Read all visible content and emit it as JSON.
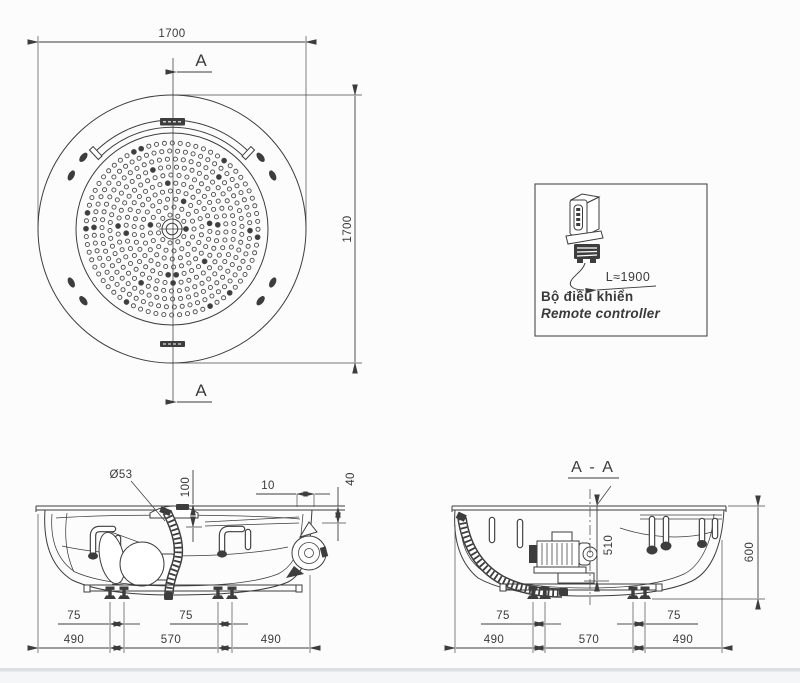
{
  "meta": {
    "background": "#fcfcfc",
    "line_color": "#3d3d3d",
    "footer_band_color": "#dce0e3"
  },
  "top_view": {
    "width_dim": "1700",
    "height_dim": "1700",
    "section_top": "A",
    "section_bottom": "A"
  },
  "remote": {
    "cable_length": "L≈1900",
    "label_vi": "Bộ điều khiển",
    "label_en": "Remote controller"
  },
  "side_view": {
    "hose_diameter": "Ø53",
    "depth": "100",
    "edge_gap": "10",
    "rim_height": "40",
    "foot_span_left": "75",
    "foot_span_right": "75",
    "base_left": "490",
    "base_center": "570",
    "base_right": "490"
  },
  "section_view": {
    "title": "A - A",
    "inner_depth": "510",
    "total_height": "600",
    "foot_span_left": "75",
    "foot_span_right": "75",
    "base_left": "490",
    "base_center": "570",
    "base_right": "490"
  }
}
